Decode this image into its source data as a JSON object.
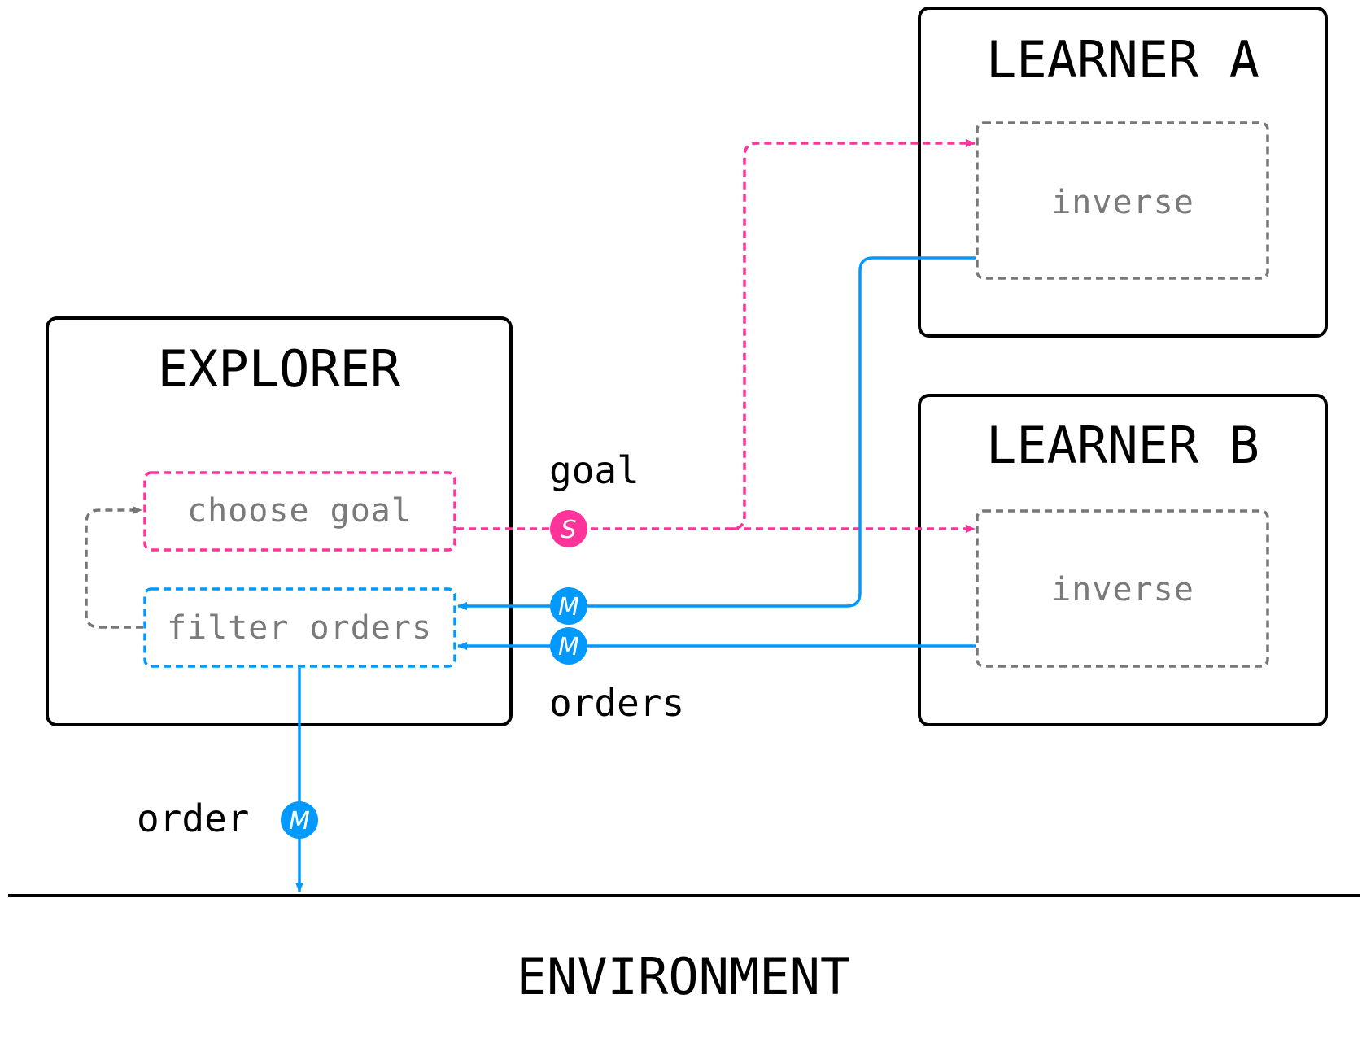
{
  "environment": {
    "label": "ENVIRONMENT"
  },
  "explorer": {
    "title": "EXPLORER",
    "choose_goal": "choose goal",
    "filter_orders": "filter orders"
  },
  "learner_a": {
    "title": "LEARNER A",
    "inverse": "inverse"
  },
  "learner_b": {
    "title": "LEARNER B",
    "inverse": "inverse"
  },
  "edges": {
    "goal_label": "goal",
    "orders_label": "orders",
    "order_label": "order",
    "goal_badge": "S",
    "orders_badge_1": "M",
    "orders_badge_2": "M",
    "order_badge": "M"
  },
  "colors": {
    "goal": "#ff3399",
    "orders": "#0099ff",
    "internal": "#777777",
    "box": "#000000"
  }
}
